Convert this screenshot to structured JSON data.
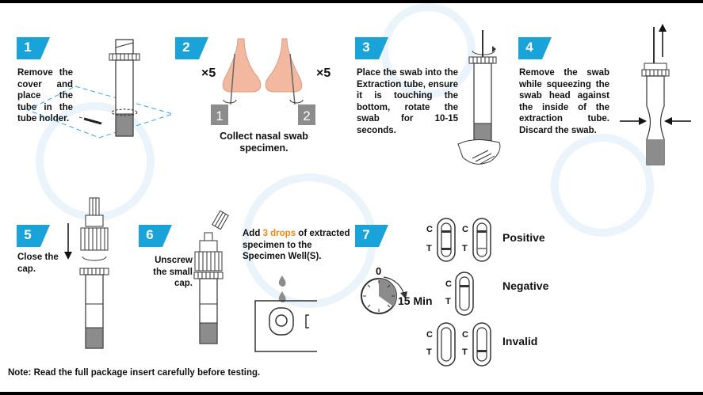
{
  "steps": [
    {
      "number": "1",
      "text": "Remove the cover and place the tube in the tube holder."
    },
    {
      "number": "2",
      "text": "Collect nasal swab specimen.",
      "count_left": "×5",
      "count_right": "×5",
      "nostril_left": "1",
      "nostril_right": "2"
    },
    {
      "number": "3",
      "text": "Place the swab into the Extraction tube, ensure it is touching the bottom, rotate the swab for 10-15 seconds."
    },
    {
      "number": "4",
      "text": "Remove the swab while squeezing the swab head against the inside of the extraction tube. Discard the swab."
    },
    {
      "number": "5",
      "text": "Close the cap."
    },
    {
      "number": "6",
      "text": "Unscrew the small cap.",
      "add_pre": "Add ",
      "add_drops": "3 drops",
      "add_post": " of extracted specimen to the Specimen Well(S)."
    },
    {
      "number": "7",
      "timer_zero": "0",
      "timer_label": "15 Min"
    }
  ],
  "results": {
    "c_label": "C",
    "t_label": "T",
    "positive": "Positive",
    "negative": "Negative",
    "invalid": "Invalid"
  },
  "note": "Note: Read the full package insert carefully before testing.",
  "colors": {
    "accent": "#1aa3d9",
    "highlight": "#e88a1c",
    "tube_fill": "#8c8c8c",
    "nose": "#f2b9a0"
  }
}
